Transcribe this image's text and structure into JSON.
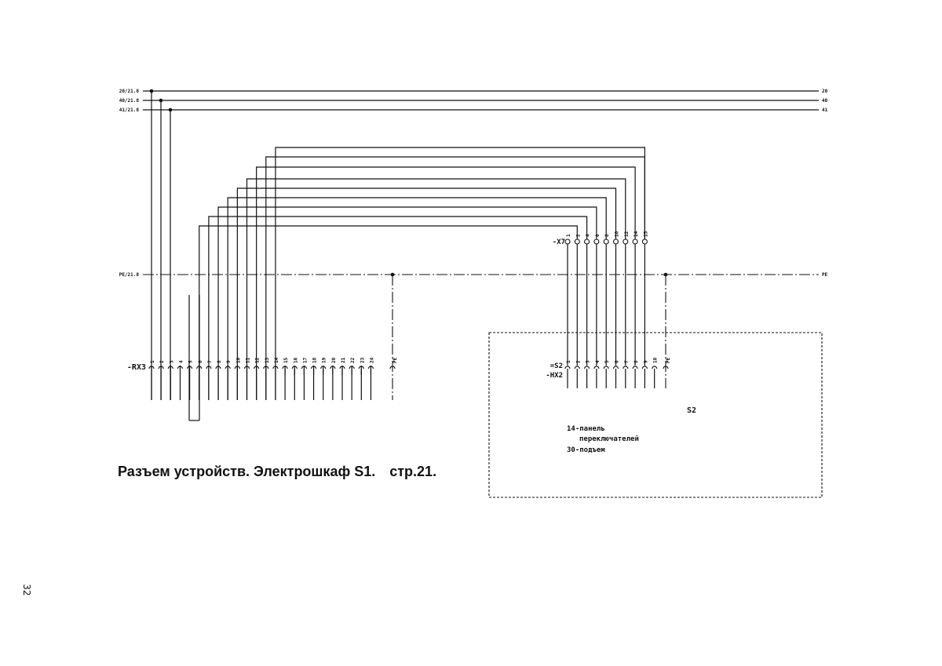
{
  "title_line": "Разъем устройств. Электрошкаф S1.",
  "title_page": "стр.21.",
  "page_number": "32",
  "rails": {
    "left": [
      "20/21.8",
      "40/21.8",
      "41/21.8"
    ],
    "right": [
      "20",
      "40",
      "41"
    ]
  },
  "pe": {
    "left": "PE/21.8",
    "right": "PE",
    "rx3_pin": "PE",
    "s2_pin": "PE"
  },
  "rx3": {
    "name": "-RX3",
    "pins": [
      "1",
      "2",
      "3",
      "4",
      "5",
      "6",
      "7",
      "8",
      "9",
      "10",
      "11",
      "12",
      "13",
      "14",
      "15",
      "16",
      "17",
      "18",
      "19",
      "20",
      "21",
      "22",
      "23",
      "24"
    ]
  },
  "x7": {
    "name": "-X7",
    "pins": [
      "1",
      "2",
      "4",
      "6",
      "8",
      "10",
      "12",
      "14",
      "15"
    ]
  },
  "s2": {
    "name1": "=S2",
    "name2": "-HX2",
    "pins": [
      "1",
      "2",
      "3",
      "4",
      "5",
      "6",
      "7",
      "8",
      "9",
      "10"
    ],
    "box_label": "S2",
    "note1": "14-панель",
    "note2": "переключателей",
    "note3": "30-подъем"
  }
}
